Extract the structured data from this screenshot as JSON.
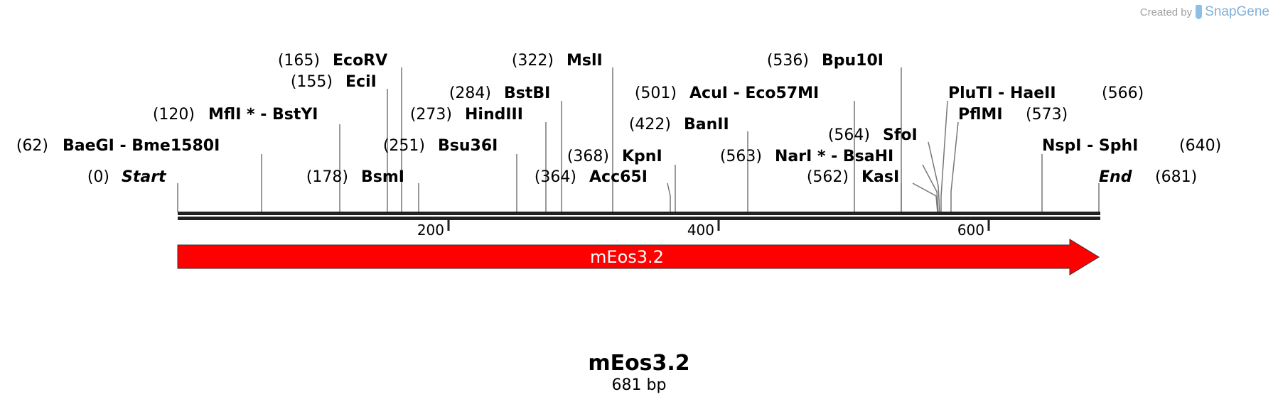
{
  "credit": {
    "prefix": "Created by",
    "brand": "SnapGene",
    "logo_icon": "snapgene-logo-icon"
  },
  "title": "mEos3.2",
  "subtitle": "681 bp",
  "sequence_length": 681,
  "ruler_ticks": [
    "200",
    "400",
    "600"
  ],
  "feature": {
    "label": "mEos3.2",
    "start": 1,
    "end": 681,
    "direction": "forward",
    "color": "#ff0000"
  },
  "sites": [
    {
      "pos": "(0)",
      "name": "Start",
      "italic": true
    },
    {
      "pos": "(62)",
      "name": "BaeGI - Bme1580I"
    },
    {
      "pos": "(120)",
      "name": "MflI * - BstYI"
    },
    {
      "pos": "(178)",
      "name": "BsmI"
    },
    {
      "pos": "(155)",
      "name": "EciI"
    },
    {
      "pos": "(165)",
      "name": "EcoRV"
    },
    {
      "pos": "(251)",
      "name": "Bsu36I"
    },
    {
      "pos": "(273)",
      "name": "HindIII"
    },
    {
      "pos": "(284)",
      "name": "BstBI"
    },
    {
      "pos": "(322)",
      "name": "MslI"
    },
    {
      "pos": "(364)",
      "name": "Acc65I"
    },
    {
      "pos": "(368)",
      "name": "KpnI"
    },
    {
      "pos": "(422)",
      "name": "BanII"
    },
    {
      "pos": "(501)",
      "name": "AcuI - Eco57MI"
    },
    {
      "pos": "(536)",
      "name": "Bpu10I"
    },
    {
      "pos": "(562)",
      "name": "KasI"
    },
    {
      "pos": "(563)",
      "name": "NarI * - BsaHI"
    },
    {
      "pos": "(564)",
      "name": "SfoI"
    },
    {
      "pos": "(566)",
      "name": "PluTI - HaeII"
    },
    {
      "pos": "(573)",
      "name": "PflMI"
    },
    {
      "pos": "(640)",
      "name": "NspI - SphI"
    },
    {
      "pos": "(681)",
      "name": "End",
      "italic": true
    }
  ]
}
